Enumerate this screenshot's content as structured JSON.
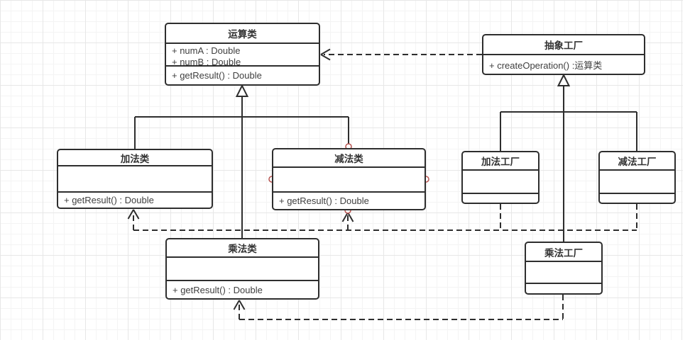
{
  "diagram": {
    "type": "uml-class-diagram",
    "classes": {
      "operation": {
        "title": "运算类",
        "attributes": [
          "+ numA : Double",
          "+ numB : Double"
        ],
        "methods": [
          "+ getResult() : Double"
        ]
      },
      "abstract_factory": {
        "title": "抽象工厂",
        "attributes": [],
        "methods": [
          "+ createOperation() :运算类"
        ]
      },
      "add_class": {
        "title": "加法类",
        "attributes": [],
        "methods": [
          "+ getResult() : Double"
        ]
      },
      "sub_class": {
        "title": "减法类",
        "attributes": [],
        "methods": [
          "+ getResult() : Double"
        ]
      },
      "mul_class": {
        "title": "乘法类",
        "attributes": [],
        "methods": [
          "+ getResult() : Double"
        ]
      },
      "add_factory": {
        "title": "加法工厂",
        "attributes": [],
        "methods": []
      },
      "sub_factory": {
        "title": "减法工厂",
        "attributes": [],
        "methods": []
      },
      "mul_factory": {
        "title": "乘法工厂",
        "attributes": [],
        "methods": []
      }
    },
    "relations": [
      {
        "type": "dependency",
        "from": "abstract_factory",
        "to": "operation"
      },
      {
        "type": "generalization",
        "from": "add_class",
        "to": "operation"
      },
      {
        "type": "generalization",
        "from": "sub_class",
        "to": "operation"
      },
      {
        "type": "generalization",
        "from": "mul_class",
        "to": "operation"
      },
      {
        "type": "generalization",
        "from": "add_factory",
        "to": "abstract_factory"
      },
      {
        "type": "generalization",
        "from": "sub_factory",
        "to": "abstract_factory"
      },
      {
        "type": "generalization",
        "from": "mul_factory",
        "to": "abstract_factory"
      },
      {
        "type": "dependency",
        "from": "add_factory",
        "to": "add_class"
      },
      {
        "type": "dependency",
        "from": "sub_factory",
        "to": "sub_class"
      },
      {
        "type": "dependency",
        "from": "mul_factory",
        "to": "mul_class"
      }
    ],
    "colors": {
      "stroke": "#2e2e2e",
      "text": "#3f3f3f",
      "connection_point": "#b85450",
      "grid_minor": "#f4f4f4",
      "grid_major": "#e7e7e7",
      "background": "#ffffff"
    }
  }
}
